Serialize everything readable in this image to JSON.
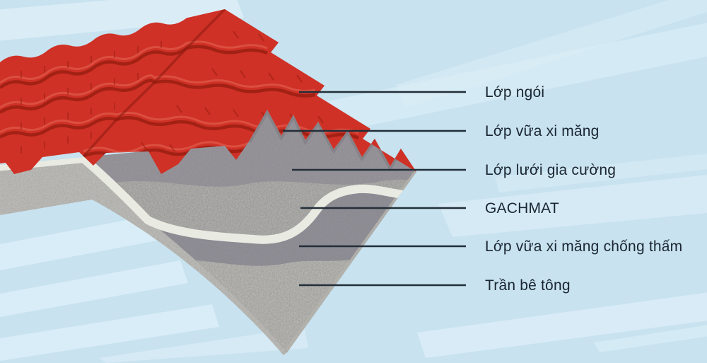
{
  "diagram": {
    "description": "Cutaway illustration of a tiled roof build-up with six annotated layers",
    "labels": [
      {
        "id": "lop-ngoi",
        "text": "Lớp ngói"
      },
      {
        "id": "lop-vua-xi-mang",
        "text": "Lớp vữa xi măng"
      },
      {
        "id": "lop-luoi-gia-cuong",
        "text": "Lớp lưới gia cường"
      },
      {
        "id": "gachmat",
        "text": "GACHMAT"
      },
      {
        "id": "lop-vua-xi-mang-chong-tham",
        "text": "Lớp vữa xi măng chống thấm"
      },
      {
        "id": "tran-be-tong",
        "text": "Trần bê tông"
      }
    ]
  },
  "colors": {
    "background": "#c8e2ef",
    "background_stripe": "#def0f9",
    "tile_red": "#cf3126",
    "tile_red_dark": "#a02113",
    "tile_red_deep": "#8c1a0e",
    "tile_red_highlight": "#de5848",
    "mortar_gray": "#908e94",
    "mortar_gray_2": "#8a8890",
    "mesh_gray": "#9d9c99",
    "white_band": "#e9ebe3",
    "concrete": "#a7a6a0",
    "concrete_side": "#b3b2ad",
    "shadow_gray": "#6f6d74",
    "edge_chip": "#b2b1ab",
    "leader_line": "#222e38",
    "label_text": "#1a2631"
  }
}
